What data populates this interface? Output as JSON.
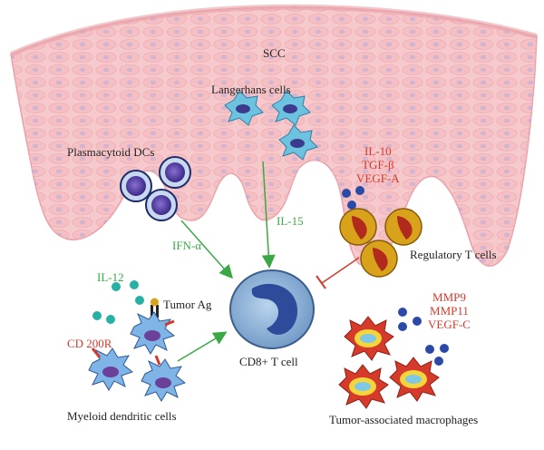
{
  "labels": {
    "scc": "SCC",
    "langerhans": "Langerhans cells",
    "plasmacytoid": "Plasmacytoid DCs",
    "ifn": "IFN-α",
    "il15": "IL-15",
    "il10": "IL-10",
    "tgf": "TGF-β",
    "vegfa": "VEGF-A",
    "treg": "Regulatory T cells",
    "il12": "IL-12",
    "tumor_ag": "Tumor Ag",
    "cd200r": "CD 200R",
    "cd8": "CD8+ T cell",
    "myeloid": "Myeloid dendritic cells",
    "mmp9": "MMP9",
    "mmp11": "MMP11",
    "vegfc": "VEGF-C",
    "tam": "Tumor-associated macrophages"
  },
  "colors": {
    "tissue": "#f6c9cc",
    "tissue_cell_nucleus": "#b9a2cf",
    "activation_arrow": "#3aa845",
    "inhibition_line": "#d33a2c",
    "cd8_cell": "#8fb6dc",
    "cytokine_blue": "#2b4aa8",
    "cytokine_teal": "#27b0a4",
    "treg_cell": "#d9a21b",
    "macrophage": "#d63a2a"
  }
}
